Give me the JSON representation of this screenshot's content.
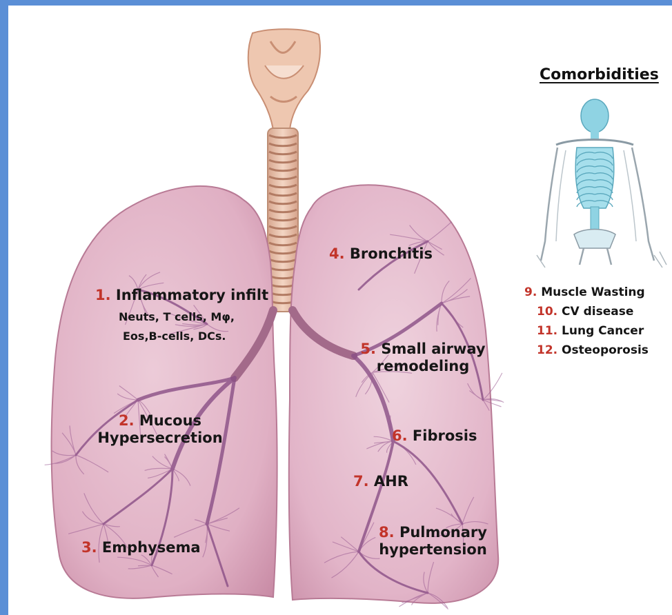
{
  "labels": {
    "l1": {
      "num": "1.",
      "text": "Inflammatory infilt"
    },
    "l1_sub1": "Neuts, T cells, Mφ,",
    "l1_sub2": "Eos,B-cells, DCs.",
    "l2": {
      "num": "2.",
      "text": "Mucous",
      "text2": "Hypersecretion"
    },
    "l3": {
      "num": "3.",
      "text": "Emphysema"
    },
    "l4": {
      "num": "4.",
      "text": "Bronchitis"
    },
    "l5": {
      "num": "5.",
      "text": "Small airway",
      "text2": "remodeling"
    },
    "l6": {
      "num": "6.",
      "text": "Fibrosis"
    },
    "l7": {
      "num": "7.",
      "text": "AHR"
    },
    "l8": {
      "num": "8.",
      "text": "Pulmonary",
      "text2": "hypertension"
    }
  },
  "comorbidities": {
    "title": "Comorbidities",
    "items": [
      {
        "num": "9.",
        "text": "Muscle Wasting"
      },
      {
        "num": "10.",
        "text": "CV disease"
      },
      {
        "num": "11.",
        "text": "Lung Cancer"
      },
      {
        "num": "12.",
        "text": "Osteoporosis"
      }
    ]
  },
  "colors": {
    "frame": "#5b8fd6",
    "number": "#c2342a",
    "lung": "#e2b4c8",
    "vessel": "#8a4f86",
    "trachea": "#edc8b3",
    "skeleton": "#8fd3e3"
  }
}
